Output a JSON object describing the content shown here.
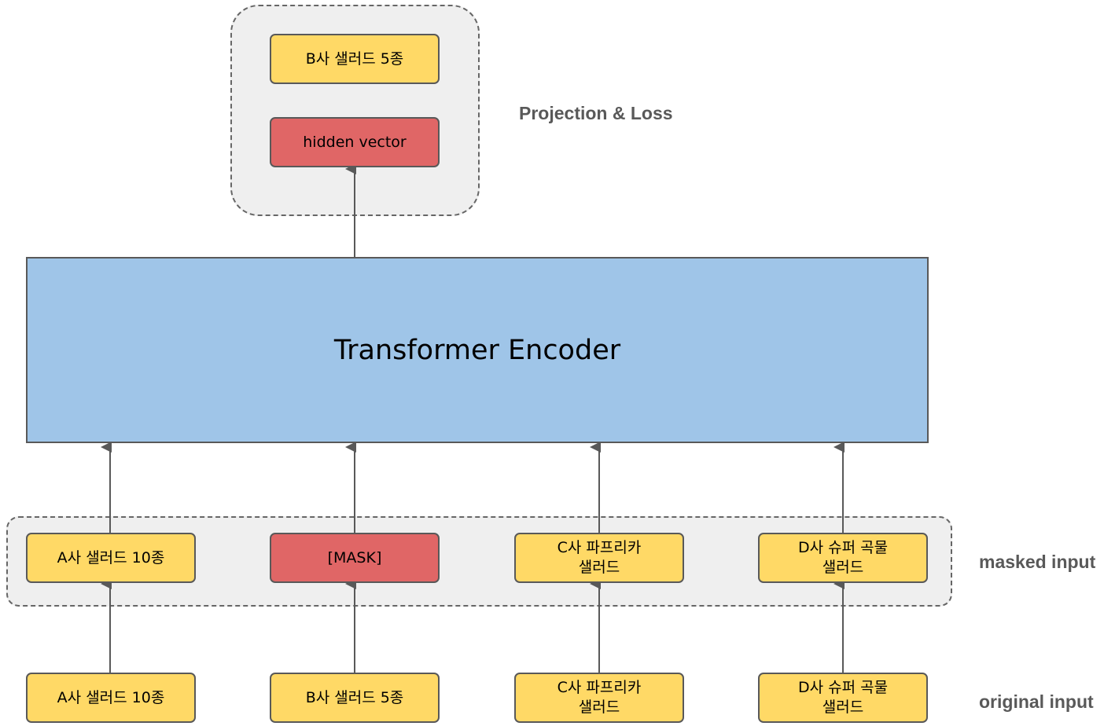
{
  "colors": {
    "token": "#ffd966",
    "highlight": "#e06666",
    "encoder": "#9fc5e8",
    "group_bg": "#efefef",
    "arrow": "#595959"
  },
  "labels": {
    "projection": "Projection & Loss",
    "masked_input": "masked input",
    "original_input": "original input"
  },
  "output": {
    "target": "B사 샐러드 5종",
    "hidden": "hidden vector"
  },
  "encoder": {
    "title": "Transformer Encoder"
  },
  "masked_tokens": [
    "A사 샐러드 10종",
    "[MASK]",
    "C사 파프리카\n샐러드",
    "D사 슈퍼 곡물\n샐러드"
  ],
  "original_tokens": [
    "A사 샐러드 10종",
    "B사 샐러드 5종",
    "C사 파프리카\n샐러드",
    "D사 슈퍼 곡물\n샐러드"
  ]
}
